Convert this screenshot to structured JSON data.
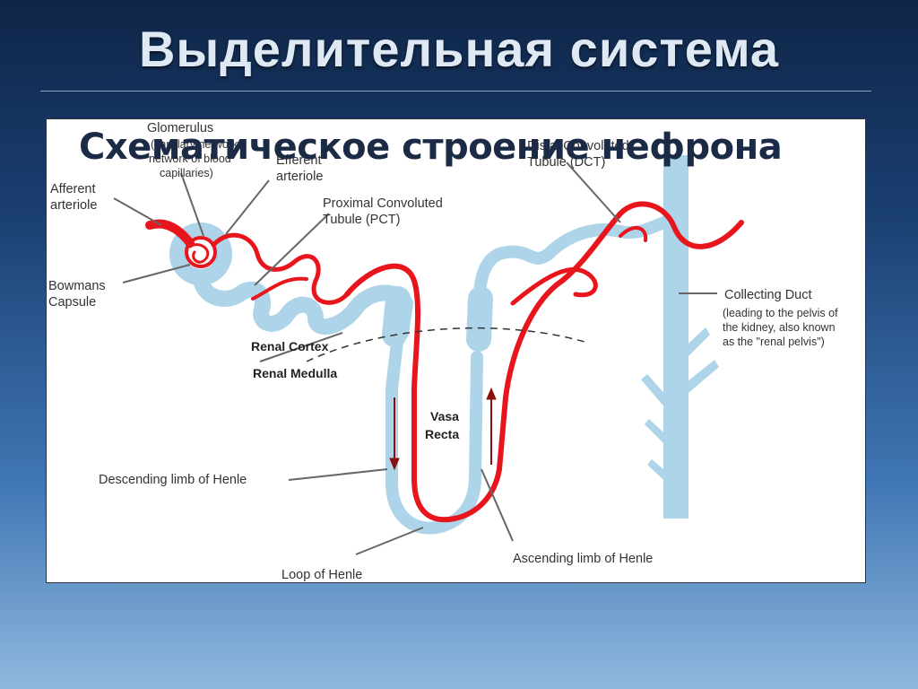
{
  "slide": {
    "title": "Выделительная система",
    "subtitle": "Схематическое строение нефрона"
  },
  "labels": {
    "glomerulus": "Glomerulus",
    "glomerulus_sub1": "(capillary network",
    "glomerulus_sub2": "network of blood",
    "glomerulus_sub3": "capillaries)",
    "efferent_1": "Efferent",
    "efferent_2": "arteriole",
    "afferent_1": "Afferent",
    "afferent_2": "arteriole",
    "pct_1": "Proximal Convoluted",
    "pct_2": "Tubule (PCT)",
    "dct_1": "Distal Convoluted",
    "dct_2": "Tubule (DCT)",
    "bowmans_1": "Bowmans",
    "bowmans_2": "Capsule",
    "collecting": "Collecting Duct",
    "collecting_sub1": "(leading to the pelvis of",
    "collecting_sub2": "the kidney, also known",
    "collecting_sub3": "as the \"renal pelvis\")",
    "renal_cortex": "Renal Cortex",
    "renal_medulla": "Renal Medulla",
    "vasa_1": "Vasa",
    "vasa_2": "Recta",
    "descending": "Descending limb of Henle",
    "ascending": "Ascending limb of Henle",
    "loop": "Loop of Henle"
  },
  "colors": {
    "tubule": "#aed4ea",
    "vessel": "#e8161c",
    "arrow": "#8a1010"
  }
}
